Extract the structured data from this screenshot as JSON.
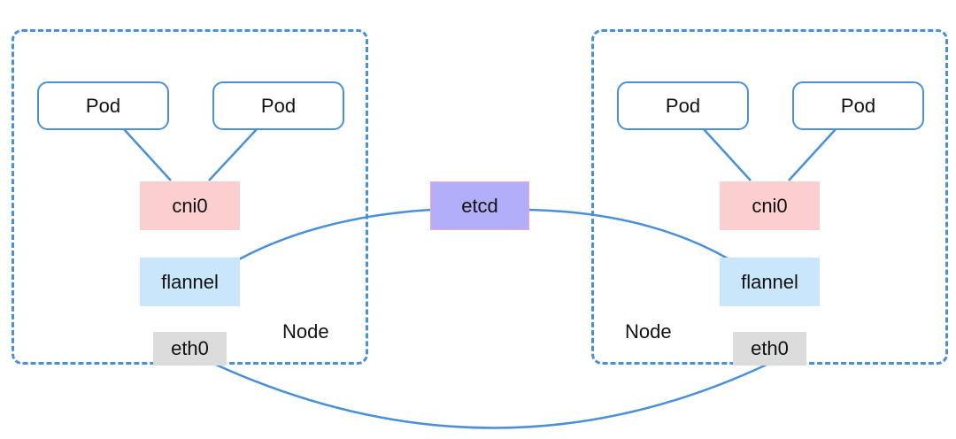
{
  "colors": {
    "frame": "#4a90d9",
    "link": "#4a90d9",
    "cni": "#fbcfd0",
    "flannel": "#c9e6fb",
    "etcd": "#b3aef9",
    "eth": "#dcdcdc"
  },
  "etcd": {
    "label": "etcd"
  },
  "nodes": [
    {
      "node_label": "Node",
      "pods": [
        {
          "label": "Pod"
        },
        {
          "label": "Pod"
        }
      ],
      "cni_label": "cni0",
      "flannel_label": "flannel",
      "eth_label": "eth0"
    },
    {
      "node_label": "Node",
      "pods": [
        {
          "label": "Pod"
        },
        {
          "label": "Pod"
        }
      ],
      "cni_label": "cni0",
      "flannel_label": "flannel",
      "eth_label": "eth0"
    }
  ]
}
